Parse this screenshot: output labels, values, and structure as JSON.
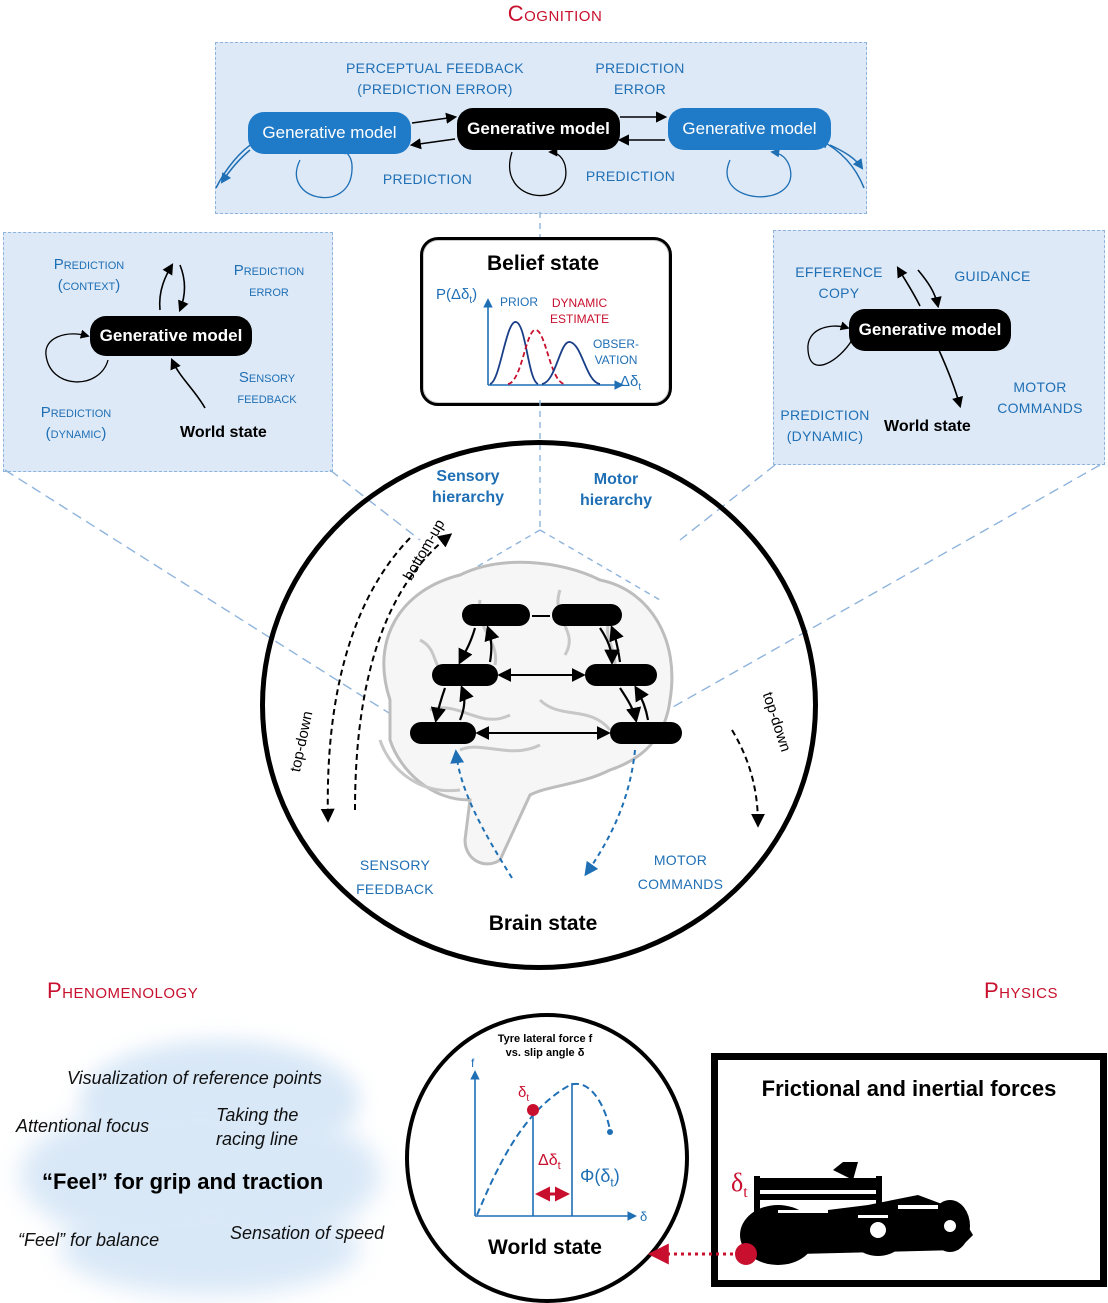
{
  "cognition": {
    "title": "Cognition",
    "top_panel": {
      "left_model": "Generative model",
      "center_model": "Generative model",
      "right_model": "Generative model",
      "perceptual_feedback_line1": "PERCEPTUAL FEEDBACK",
      "perceptual_feedback_line2": "(PREDICTION ERROR)",
      "prediction_error_line1": "PREDICTION",
      "prediction_error_line2": "ERROR",
      "prediction_left": "PREDICTION",
      "prediction_right": "PREDICTION"
    },
    "left_panel": {
      "prediction_context_line1": "Prediction",
      "prediction_context_line2": "(context)",
      "prediction_error_line1": "Prediction",
      "prediction_error_line2": "error",
      "model": "Generative model",
      "sensory_feedback_line1": "Sensory",
      "sensory_feedback_line2": "feedback",
      "prediction_dynamic_line1": "Prediction",
      "prediction_dynamic_line2": "(dynamic)",
      "world_state": "World state"
    },
    "right_panel": {
      "efference_copy_line1": "EFFERENCE",
      "efference_copy_line2": "COPY",
      "guidance": "GUIDANCE",
      "model": "Generative model",
      "motor_commands_line1": "MOTOR",
      "motor_commands_line2": "COMMANDS",
      "prediction_dynamic_line1": "PREDICTION",
      "prediction_dynamic_line2": "(DYNAMIC)",
      "world_state": "World state"
    },
    "belief_state": {
      "title": "Belief state",
      "y_axis": "P(Δδ",
      "y_axis_sub": "t",
      "y_axis_close": ")",
      "prior": "PRIOR",
      "dynamic_line1": "DYNAMIC",
      "dynamic_line2": "ESTIMATE",
      "observation_line1": "OBSER-",
      "observation_line2": "VATION",
      "x_axis": "Δδ",
      "x_axis_sub": "t"
    }
  },
  "brain": {
    "sensory_hierarchy_line1": "Sensory",
    "sensory_hierarchy_line2": "hierarchy",
    "motor_hierarchy_line1": "Motor",
    "motor_hierarchy_line2": "hierarchy",
    "bottom_up": "bottom-up",
    "top_down_left": "top-down",
    "top_down_right": "top-down",
    "sensory_feedback_line1": "SENSORY",
    "sensory_feedback_line2": "FEEDBACK",
    "motor_commands_line1": "MOTOR",
    "motor_commands_line2": "COMMANDS",
    "title": "Brain state"
  },
  "phenomenology": {
    "title": "Phenomenology",
    "items": {
      "visualization": "Visualization of reference points",
      "attentional": "Attentional focus",
      "racing_line1": "Taking the",
      "racing_line2": "racing line",
      "feel_grip": "“Feel” for grip and traction",
      "feel_balance_quote": "“Feel”",
      "feel_balance_rest": " for balance",
      "speed": "Sensation of speed"
    }
  },
  "physics": {
    "title": "Physics",
    "world": {
      "chart_title_line1": "Tyre lateral force f",
      "chart_title_line2": "vs. slip angle δ",
      "y_label": "f",
      "x_label": "δ",
      "point_label": "δ",
      "point_sub": "t",
      "delta_label": "Δδ",
      "delta_sub": "t",
      "phi_label": "Φ(δ",
      "phi_sub": "t",
      "phi_close": ")",
      "title": "World state"
    },
    "forces": {
      "title": "Frictional and inertial forces",
      "delta_label": "δ",
      "delta_sub": "t"
    }
  },
  "colors": {
    "accent_red": "#c8102e",
    "accent_blue": "#1f6fb5",
    "panel_fill": "#dde9f6",
    "panel_border": "#8fb4dc"
  }
}
